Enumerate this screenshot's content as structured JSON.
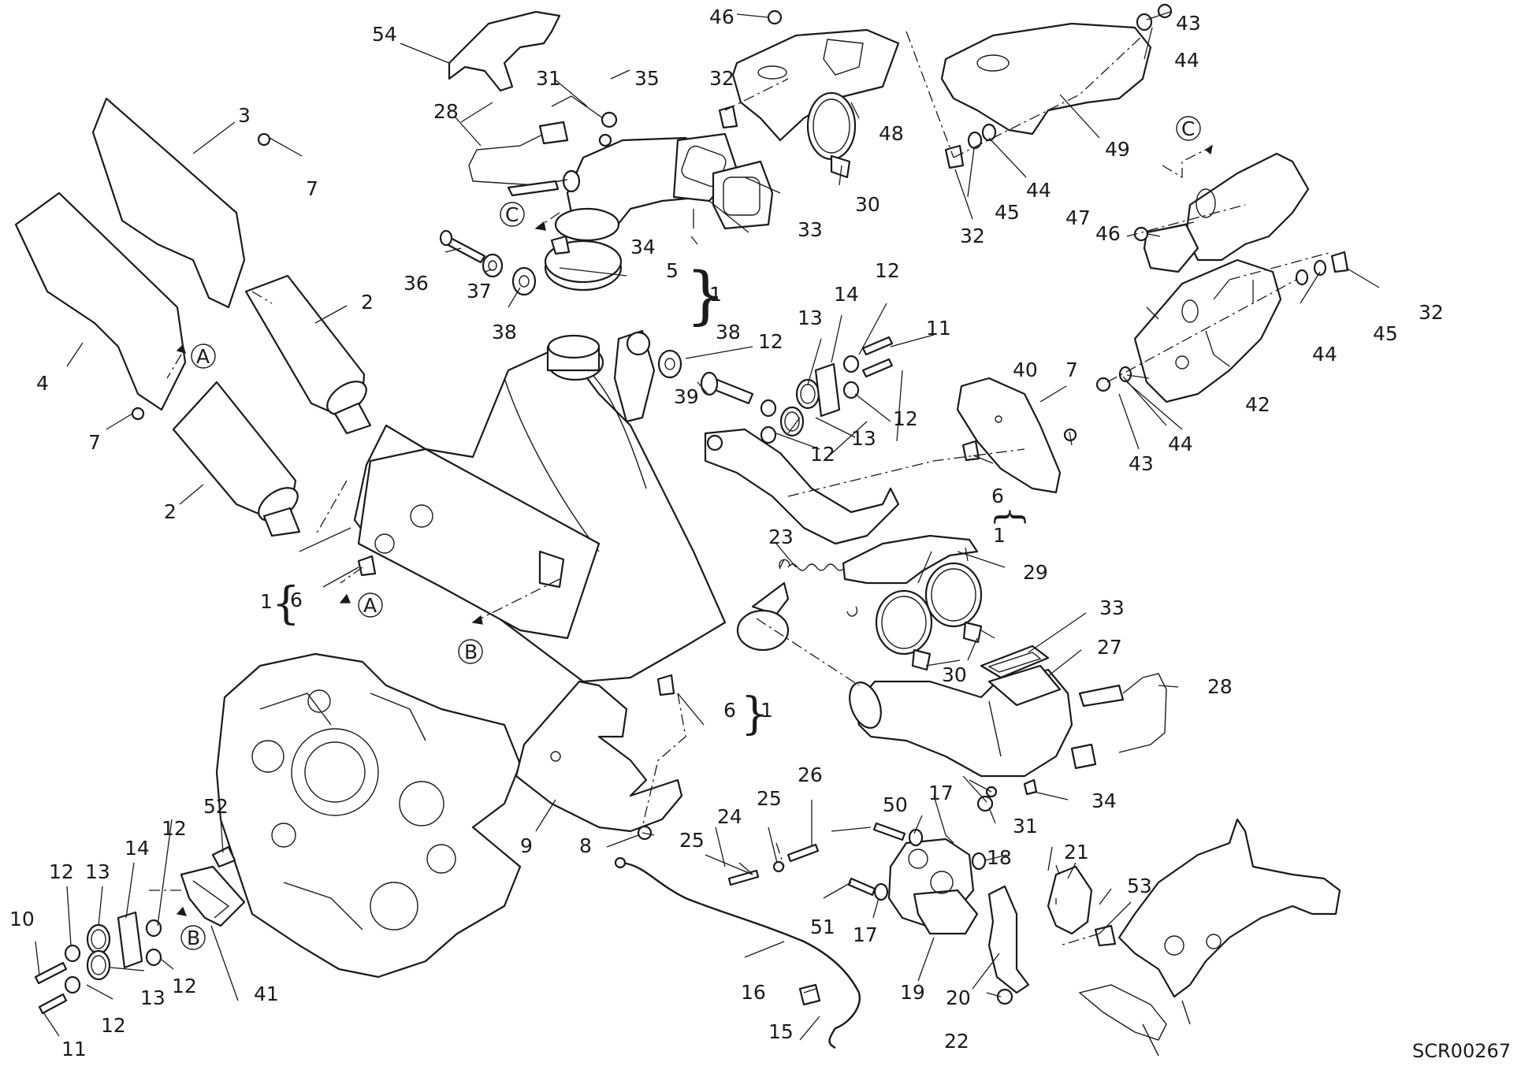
{
  "drawing_code": "SCR00267",
  "callouts": {
    "c1": "1",
    "c2": "2",
    "c3": "3",
    "c4": "4",
    "c5": "5",
    "c6": "6",
    "c7": "7",
    "c8": "8",
    "c9": "9",
    "c10": "10",
    "c11": "11",
    "c12": "12",
    "c13": "13",
    "c14": "14",
    "c15": "15",
    "c16": "16",
    "c17": "17",
    "c18": "18",
    "c19": "19",
    "c20": "20",
    "c21": "21",
    "c22": "22",
    "c23": "23",
    "c24": "24",
    "c25": "25",
    "c26": "26",
    "c27": "27",
    "c28": "28",
    "c29": "29",
    "c30": "30",
    "c31": "31",
    "c32": "32",
    "c33": "33",
    "c34": "34",
    "c35": "35",
    "c36": "36",
    "c37": "37",
    "c38": "38",
    "c39": "39",
    "c40": "40",
    "c41": "41",
    "c42": "42",
    "c43": "43",
    "c44": "44",
    "c45": "45",
    "c46": "46",
    "c47": "47",
    "c48": "48",
    "c49": "49",
    "c50": "50",
    "c51": "51",
    "c52": "52",
    "c53": "53",
    "c54": "54"
  },
  "refs": {
    "a": "A",
    "b": "B",
    "c": "C"
  },
  "colors": {
    "line": "#1a1a1a",
    "background": "#ffffff"
  }
}
